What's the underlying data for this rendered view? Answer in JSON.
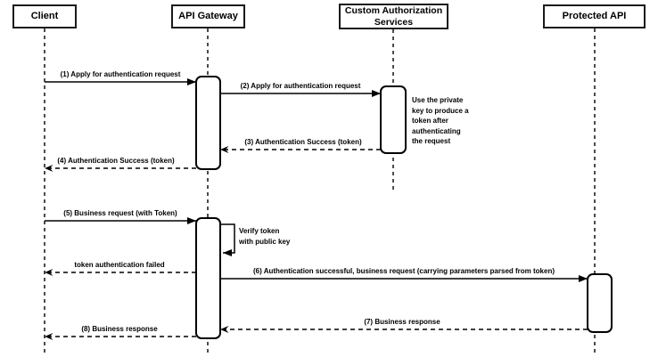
{
  "diagram_type": "uml-sequence",
  "colors": {
    "background": "#ffffff",
    "line": "#000000",
    "box_border": "#1a1a1a",
    "box_fill": "#ffffff",
    "text": "#000000"
  },
  "actors": [
    {
      "id": "client",
      "label": "Client"
    },
    {
      "id": "api-gateway",
      "label": "API Gateway"
    },
    {
      "id": "custom-auth",
      "label": "Custom Authorization\nServices"
    },
    {
      "id": "protected-api",
      "label": "Protected API"
    }
  ],
  "messages": [
    {
      "label": "(1) Apply for authentication request",
      "from": "client",
      "to": "api-gateway",
      "line": "solid"
    },
    {
      "label": "(2) Apply for authentication request",
      "from": "api-gateway",
      "to": "custom-auth",
      "line": "solid"
    },
    {
      "label": "(3) Authentication Success (token)",
      "from": "custom-auth",
      "to": "api-gateway",
      "line": "dashed"
    },
    {
      "label": "(4) Authentication Success (token)",
      "from": "api-gateway",
      "to": "client",
      "line": "dashed"
    },
    {
      "label": "(5) Business request (with Token)",
      "from": "client",
      "to": "api-gateway",
      "line": "solid"
    },
    {
      "label": "Verify token\nwith public key",
      "from": "api-gateway",
      "to": "api-gateway",
      "line": "solid",
      "self_message": true
    },
    {
      "label": "token authentication failed",
      "from": "api-gateway",
      "to": "client",
      "line": "dashed"
    },
    {
      "label": "(6) Authentication successful, business request (carrying parameters parsed from token)",
      "from": "api-gateway",
      "to": "protected-api",
      "line": "solid"
    },
    {
      "label": "(7) Business response",
      "from": "protected-api",
      "to": "api-gateway",
      "line": "dashed"
    },
    {
      "label": "(8) Business response",
      "from": "api-gateway",
      "to": "client",
      "line": "dashed"
    }
  ],
  "notes": [
    {
      "label": "Use the private\nkey to produce a\ntoken after\nauthenticating\nthe request",
      "anchor": "custom-auth"
    }
  ]
}
